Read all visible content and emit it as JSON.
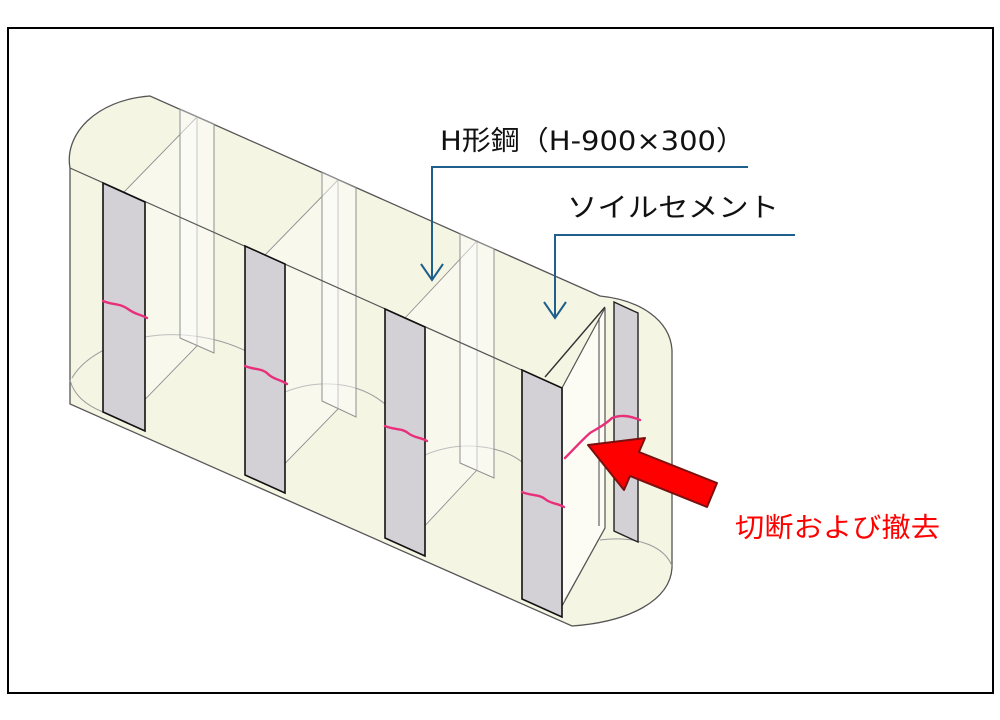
{
  "labels": {
    "h_steel": "H形鋼（H-900×300）",
    "soil_cement": "ソイルセメント",
    "cut_and_remove": "切断および撤去"
  },
  "colors": {
    "soil_cement_fill": "#f5f5e4",
    "steel_flange": "#d3d1d6",
    "cut_line": "#e8307a",
    "leader_arrow": "#1f5f8b",
    "callout_arrow": "#ff0000",
    "callout_text": "#ff0000"
  }
}
